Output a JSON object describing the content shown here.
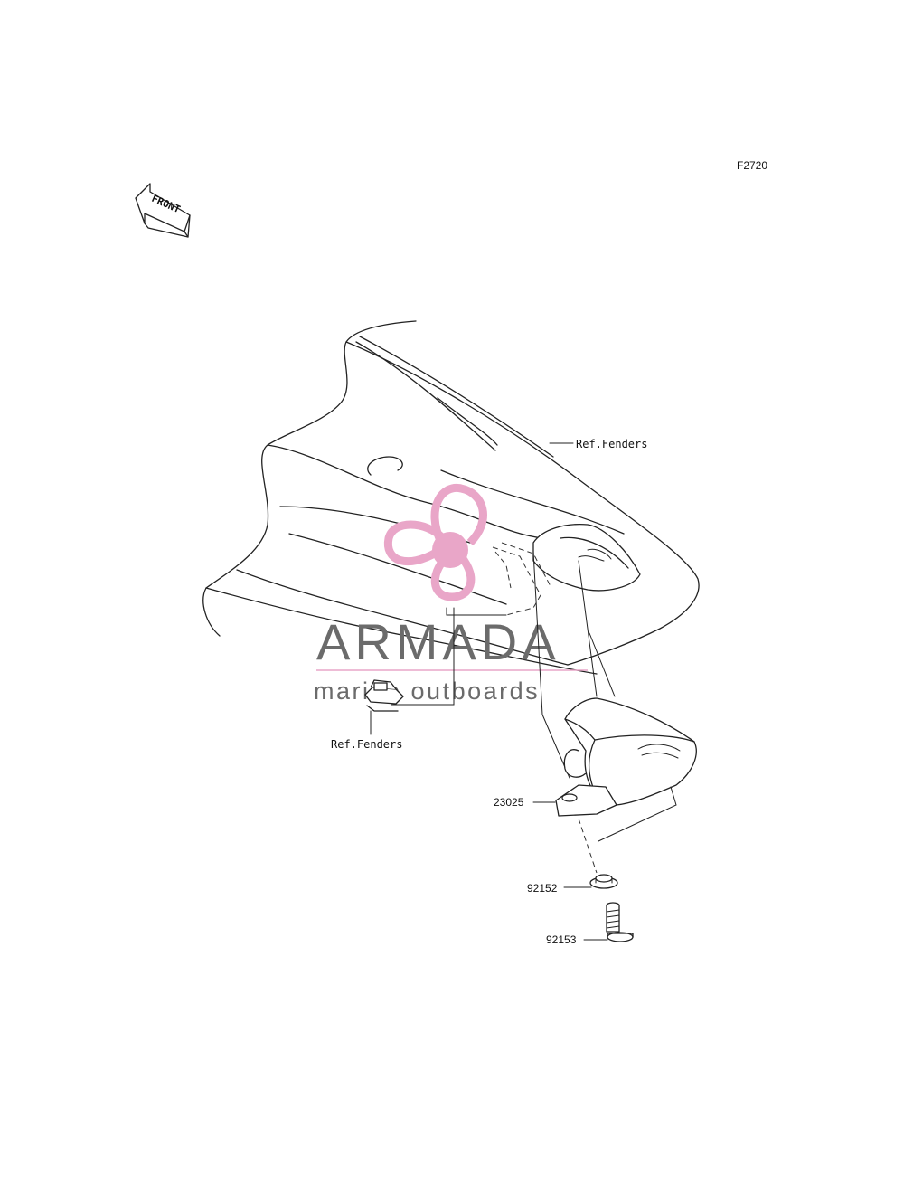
{
  "figure_code": "F2720",
  "front_arrow_text": "FRONT",
  "labels": {
    "ref_fenders_top": "Ref.Fenders",
    "ref_fenders_bottom": "Ref.Fenders"
  },
  "parts": [
    {
      "number": "23025"
    },
    {
      "number": "92152"
    },
    {
      "number": "92153"
    }
  ],
  "watermark": {
    "brand": "ARMADA",
    "tagline": "marine outboards",
    "logo_color": "#e9a6c8",
    "line_color": "#e9a6c8"
  }
}
